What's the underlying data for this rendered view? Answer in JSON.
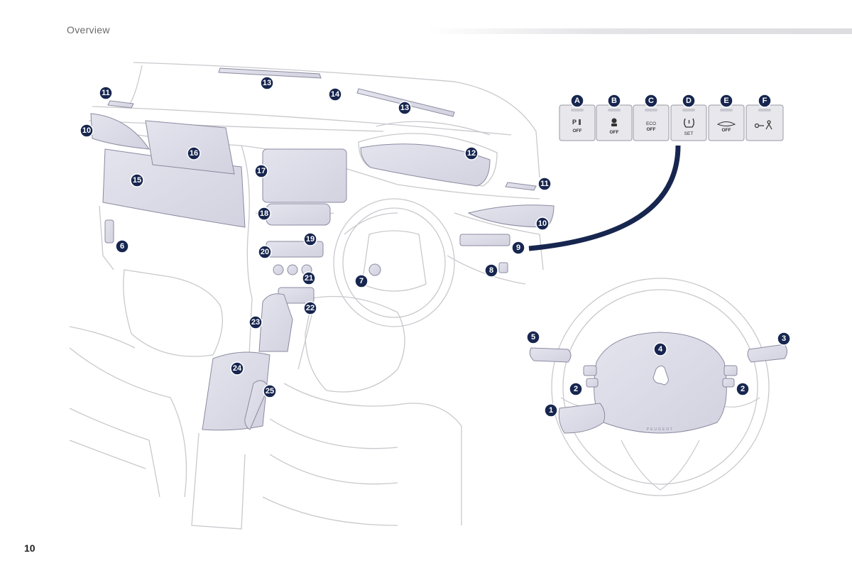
{
  "header": {
    "title": "Overview"
  },
  "page_number": "10",
  "callouts": [
    "1",
    "2",
    "3",
    "4",
    "5",
    "6",
    "7",
    "8",
    "9",
    "10",
    "11",
    "12",
    "13",
    "14",
    "15",
    "16",
    "17",
    "18",
    "19",
    "20",
    "21",
    "22",
    "23",
    "24",
    "25"
  ],
  "switch_panel": {
    "letters": [
      "A",
      "B",
      "C",
      "D",
      "E",
      "F"
    ],
    "switch_texts": {
      "a_off": "OFF",
      "b_off": "OFF",
      "c_eco": "ECO",
      "c_off": "OFF",
      "d_set": "SET",
      "e_off": "OFF"
    }
  },
  "steering_wheel": {
    "brand": "PEUGEOT"
  },
  "colors": {
    "callout": "#17264f",
    "highlight": "#dcdcea",
    "line": "#c7c7cc",
    "connector": "#17264f"
  }
}
